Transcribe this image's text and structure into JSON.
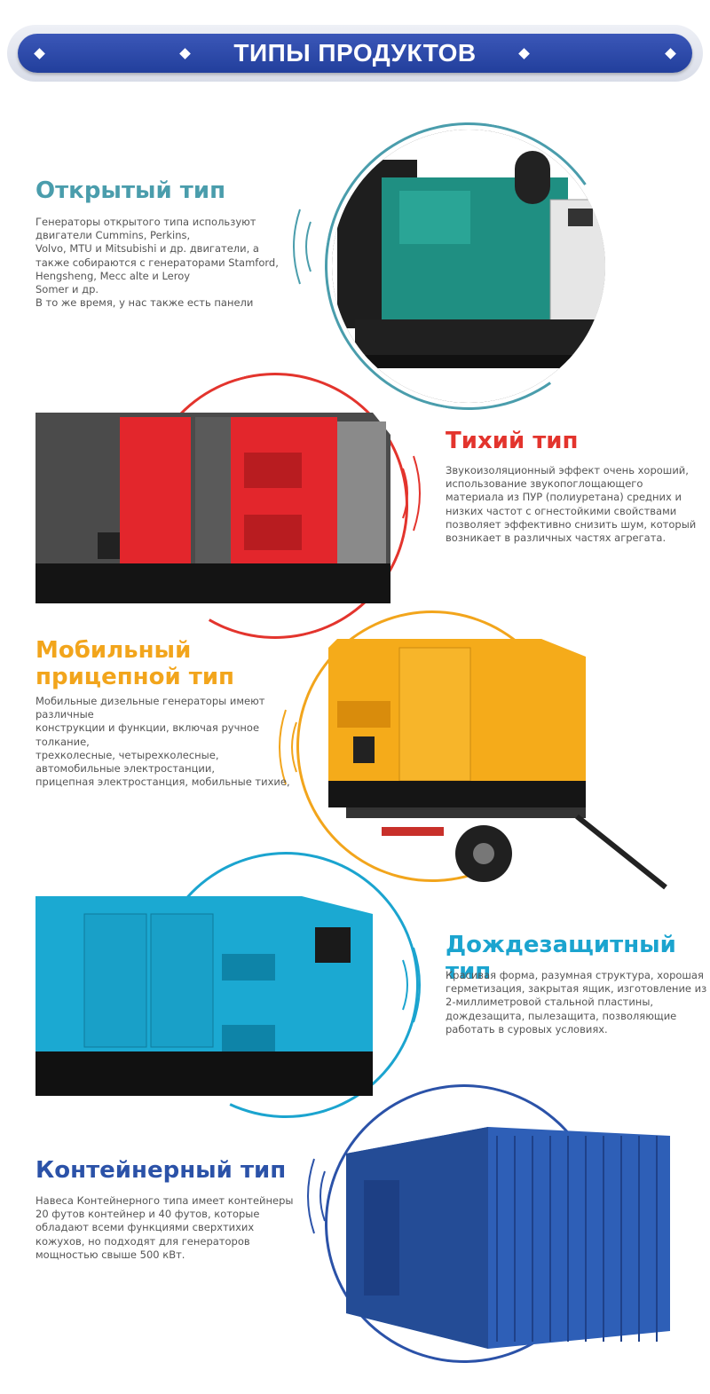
{
  "header": {
    "title": "ТИПЫ ПРОДУКТОВ"
  },
  "colors": {
    "open": "#4a9dac",
    "silent": "#e3342d",
    "mobile": "#f2a51c",
    "rainproof": "#1ba4cf",
    "container": "#2b52a8"
  },
  "sections": [
    {
      "title": "Открытый тип",
      "lines": [
        "Генераторы открытого типа используют",
        "двигатели Cummins, Perkins,",
        "Volvo, MTU и Mitsubishi и др. двигатели, а",
        "также собираются с генераторами Stamford,",
        "Hengsheng, Mecc alte и Leroy",
        "Somer и др.",
        "В то же время, у нас также есть панели"
      ]
    },
    {
      "title": "Тихий тип",
      "lines": [
        "Звукоизоляционный эффект очень хороший,",
        "использование звукопоглощающего",
        "материала из ПУР (полиуретана) средних и",
        "низких частот с огнестойкими свойствами",
        "позволяет эффективно снизить шум, который",
        "возникает в различных частях агрегата."
      ]
    },
    {
      "title_line1": "Мобильный",
      "title_line2": "прицепной тип",
      "lines": [
        "Мобильные дизельные генераторы имеют",
        "различные",
        "конструкции и функции, включая ручное",
        "толкание,",
        "трехколесные, четырехколесные,",
        "автомобильные электростанции,",
        "прицепная электростанция, мобильные тихие,"
      ]
    },
    {
      "title": "Дождезащитный тип",
      "lines": [
        "Красивая форма, разумная структура, хорошая",
        "герметизация, закрытая ящик, изготовление из",
        "2-миллиметровой стальной пластины,",
        "дождезащита, пылезащита, позволяющие",
        "работать в суровых условиях."
      ]
    },
    {
      "title": "Контейнерный тип",
      "lines": [
        "Навеса Контейнерного типа имеет контейнеры",
        "20 футов контейнер и 40 футов, которые",
        "обладают всеми функциями сверхтихих",
        "кожухов, но подходят для генераторов",
        "мощностью свыше 500 кВт."
      ]
    }
  ]
}
